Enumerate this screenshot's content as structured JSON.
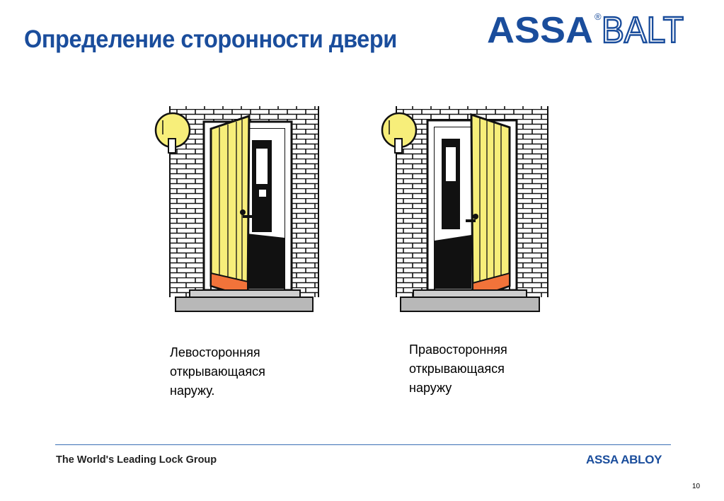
{
  "slide": {
    "title": "Определение сторонности двери",
    "page_number": "10"
  },
  "brand": {
    "logo_primary": "ASSA",
    "logo_registered": "®",
    "logo_secondary": "BALT",
    "color": "#1a4d9c"
  },
  "figures": [
    {
      "caption_lines": [
        "Левосторонняя",
        "открывающаяся",
        "наружу."
      ]
    },
    {
      "caption_lines": [
        "Правосторонняя",
        "открывающаяся",
        "наружу"
      ]
    }
  ],
  "colors": {
    "door": "#f7ee7a",
    "kick_plate": "#f2733a",
    "lamp": "#f7ee7a",
    "step": "#b8b8b8"
  },
  "footer": {
    "tagline": "The World's Leading Lock Group",
    "logo": "ASSA ABLOY"
  }
}
